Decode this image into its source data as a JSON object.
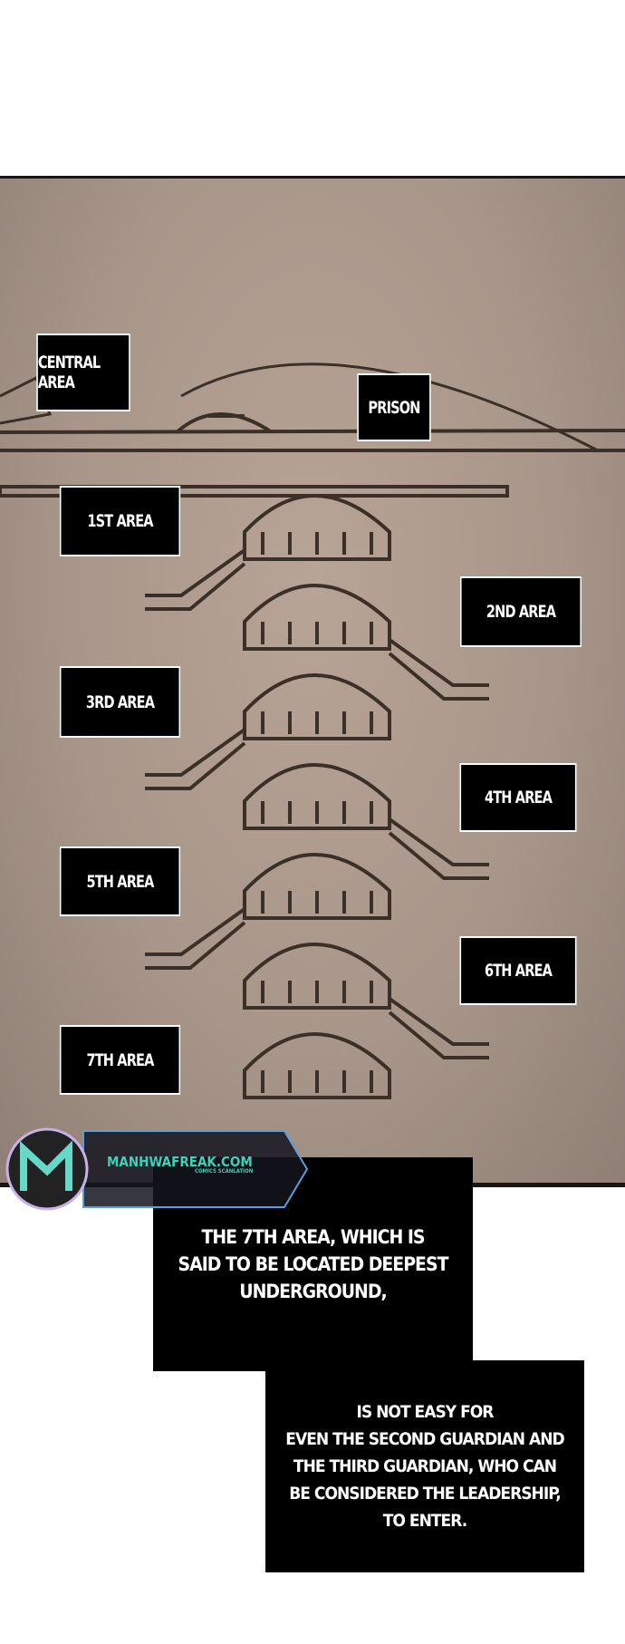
{
  "labels": {
    "central": "CENTRAL AREA",
    "prison": "PRISON",
    "a1": "1ST AREA",
    "a2": "2ND AREA",
    "a3": "3RD AREA",
    "a4": "4TH AREA",
    "a5": "5TH AREA",
    "a6": "6TH AREA",
    "a7": "7TH AREA"
  },
  "captions": {
    "first": "THE 7TH AREA, WHICH IS\nSAID TO BE LOCATED DEEPEST\nUNDERGROUND,",
    "second": "IS NOT EASY FOR\nEVEN THE SECOND GUARDIAN AND\nTHE THIRD GUARDIAN, WHO CAN\nBE CONSIDERED THE LEADERSHIP,\nTO ENTER."
  },
  "watermark": {
    "site": "MANHWAFREAK.COM",
    "sub": "COMICS SCANLATION"
  },
  "colors": {
    "paper": "#a8968a",
    "ink": "#3a3028",
    "accent": "#3fd0b8"
  }
}
